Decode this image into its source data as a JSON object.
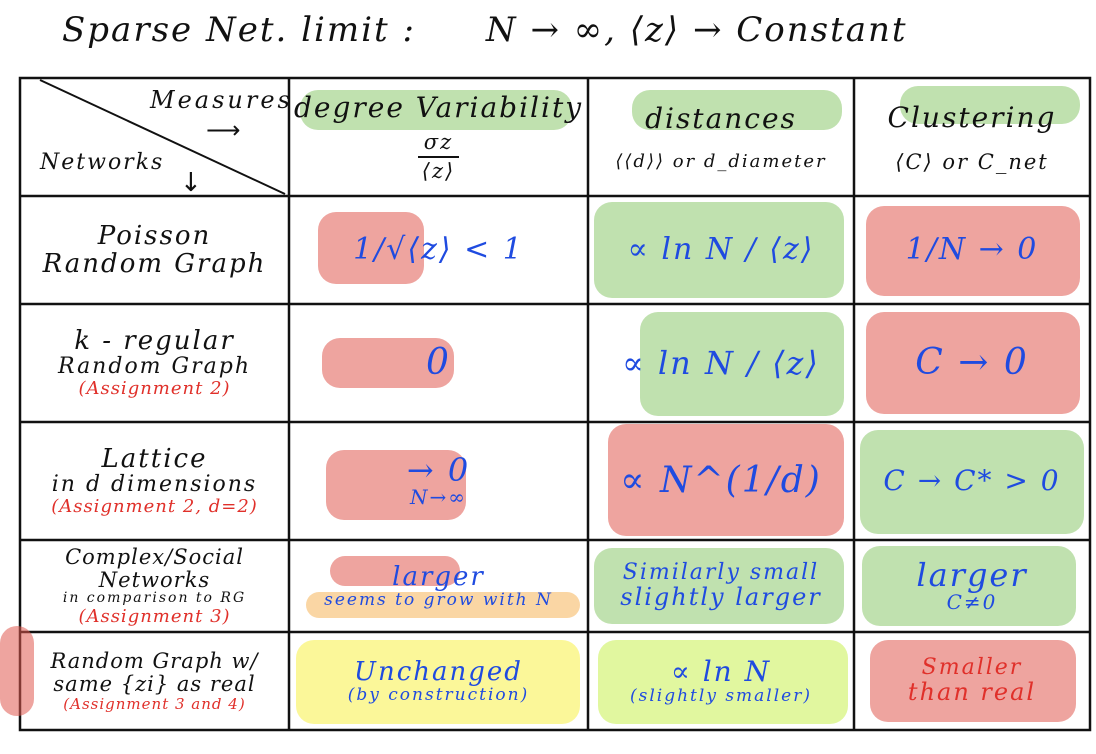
{
  "title": {
    "left": "Sparse Net. limit :",
    "right": "N → ∞, ⟨z⟩ → Constant"
  },
  "header": {
    "corner_measures": "Measures",
    "corner_networks": "Networks",
    "columns": [
      {
        "title": "degree Variability",
        "sub_num": "σz",
        "sub_den": "⟨z⟩"
      },
      {
        "title": "distances",
        "sub": "⟨⟨d⟩⟩ or d_diameter"
      },
      {
        "title": "Clustering",
        "sub": "⟨C⟩  or C_net"
      }
    ]
  },
  "rows": [
    {
      "name_lines": [
        "Poisson",
        "Random Graph"
      ],
      "assignment": "",
      "degree": "1/√⟨z⟩ < 1",
      "distance": "∝ ln N / ⟨z⟩",
      "clustering": "1/N → 0"
    },
    {
      "name_lines": [
        "k - regular",
        "Random Graph"
      ],
      "assignment": "(Assignment 2)",
      "degree": "0",
      "distance": "∝ ln N / ⟨z⟩",
      "clustering": "C → 0"
    },
    {
      "name_lines": [
        "Lattice",
        "in d dimensions"
      ],
      "assignment": "(Assignment 2, d=2)",
      "degree": "→ 0",
      "degree_note": "N→∞",
      "distance": "∝ N^(1/d)",
      "clustering": "C → C* > 0"
    },
    {
      "name_lines": [
        "Complex/Social Networks",
        "in comparison to RG"
      ],
      "assignment": "(Assignment 3)",
      "degree": "larger",
      "degree_note": "seems to grow with N",
      "distance": "Similarly small",
      "distance_note": "slightly larger",
      "clustering": "larger",
      "clustering_note": "C≠0"
    },
    {
      "name_lines": [
        "Random Graph w/",
        "same {zi} as real"
      ],
      "assignment": "(Assignment 3 and 4)",
      "degree": "Unchanged",
      "degree_note": "(by construction)",
      "distance": "∝ ln N",
      "distance_note": "(slightly smaller)",
      "clustering": "Smaller",
      "clustering_note": "than real"
    }
  ]
}
